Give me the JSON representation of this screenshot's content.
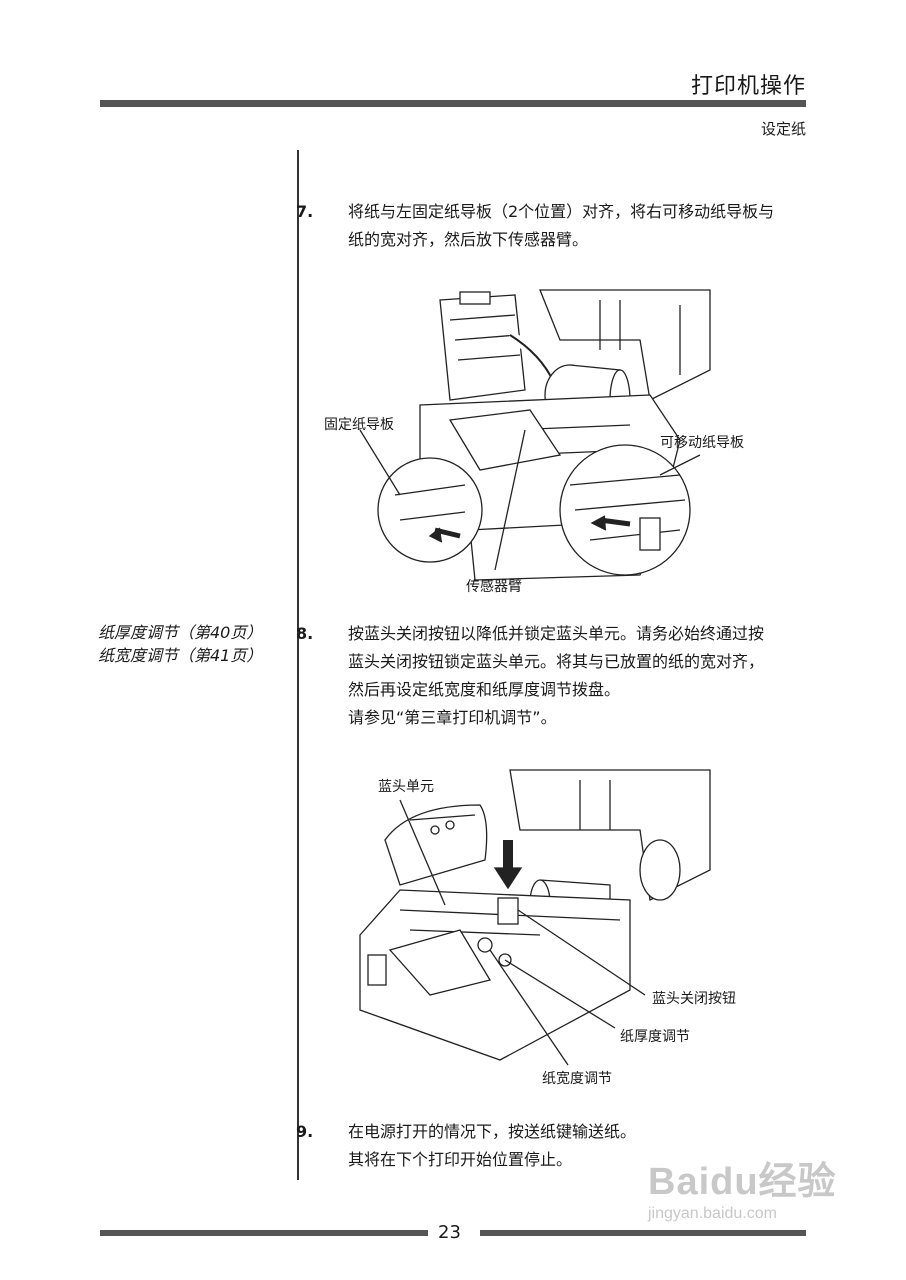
{
  "header": {
    "title": "打印机操作",
    "subtitle": "设定纸"
  },
  "side_reference": {
    "line1": "纸厚度调节（第40页）",
    "line2": "纸宽度调节（第41页）"
  },
  "steps": [
    {
      "num": "7.",
      "lines": [
        "将纸与左固定纸导板（2个位置）对齐，将右可移动纸导板与",
        "纸的宽对齐，然后放下传感器臂。"
      ]
    },
    {
      "num": "8.",
      "lines": [
        "按蓝头关闭按钮以降低并锁定蓝头单元。请务必始终通过按",
        "蓝头关闭按钮锁定蓝头单元。将其与已放置的纸的宽对齐，",
        "然后再设定纸宽度和纸厚度调节拨盘。",
        "请参见“第三章打印机调节”。"
      ]
    },
    {
      "num": "9.",
      "lines": [
        "在电源打开的情况下，按送纸键输送纸。",
        "其将在下个打印开始位置停止。"
      ]
    }
  ],
  "figure1": {
    "labels": {
      "fixed_guide": "固定纸导板",
      "movable_guide": "可移动纸导板",
      "sensor_arm": "传感器臂"
    }
  },
  "figure2": {
    "labels": {
      "head_unit": "蓝头单元",
      "head_close_button": "蓝头关闭按钮",
      "thickness_adjust": "纸厚度调节",
      "width_adjust": "纸宽度调节"
    }
  },
  "footer": {
    "page_number": "23"
  },
  "watermark": {
    "logo": "Baidu经验",
    "url": "jingyan.baidu.com"
  }
}
